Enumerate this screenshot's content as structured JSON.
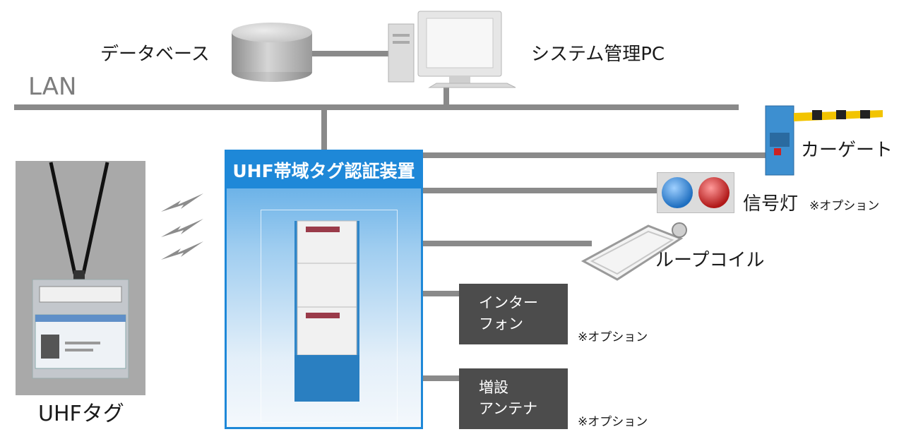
{
  "labels": {
    "database": "データベース",
    "system_pc": "システム管理PC",
    "lan": "LAN",
    "device_title": "UHF帯域タグ認証装置",
    "uhf_tag": "UHFタグ",
    "car_gate": "カーゲート",
    "signal_light": "信号灯",
    "loop_coil": "ループコイル",
    "intercom_line1": "インター",
    "intercom_line2": "フォン",
    "antenna_line1": "増設",
    "antenna_line2": "アンテナ",
    "option": "※オプション"
  },
  "colors": {
    "accent_blue": "#1e88d8",
    "line_gray": "#8a8a8a",
    "dark_box": "#4c4c4c"
  }
}
